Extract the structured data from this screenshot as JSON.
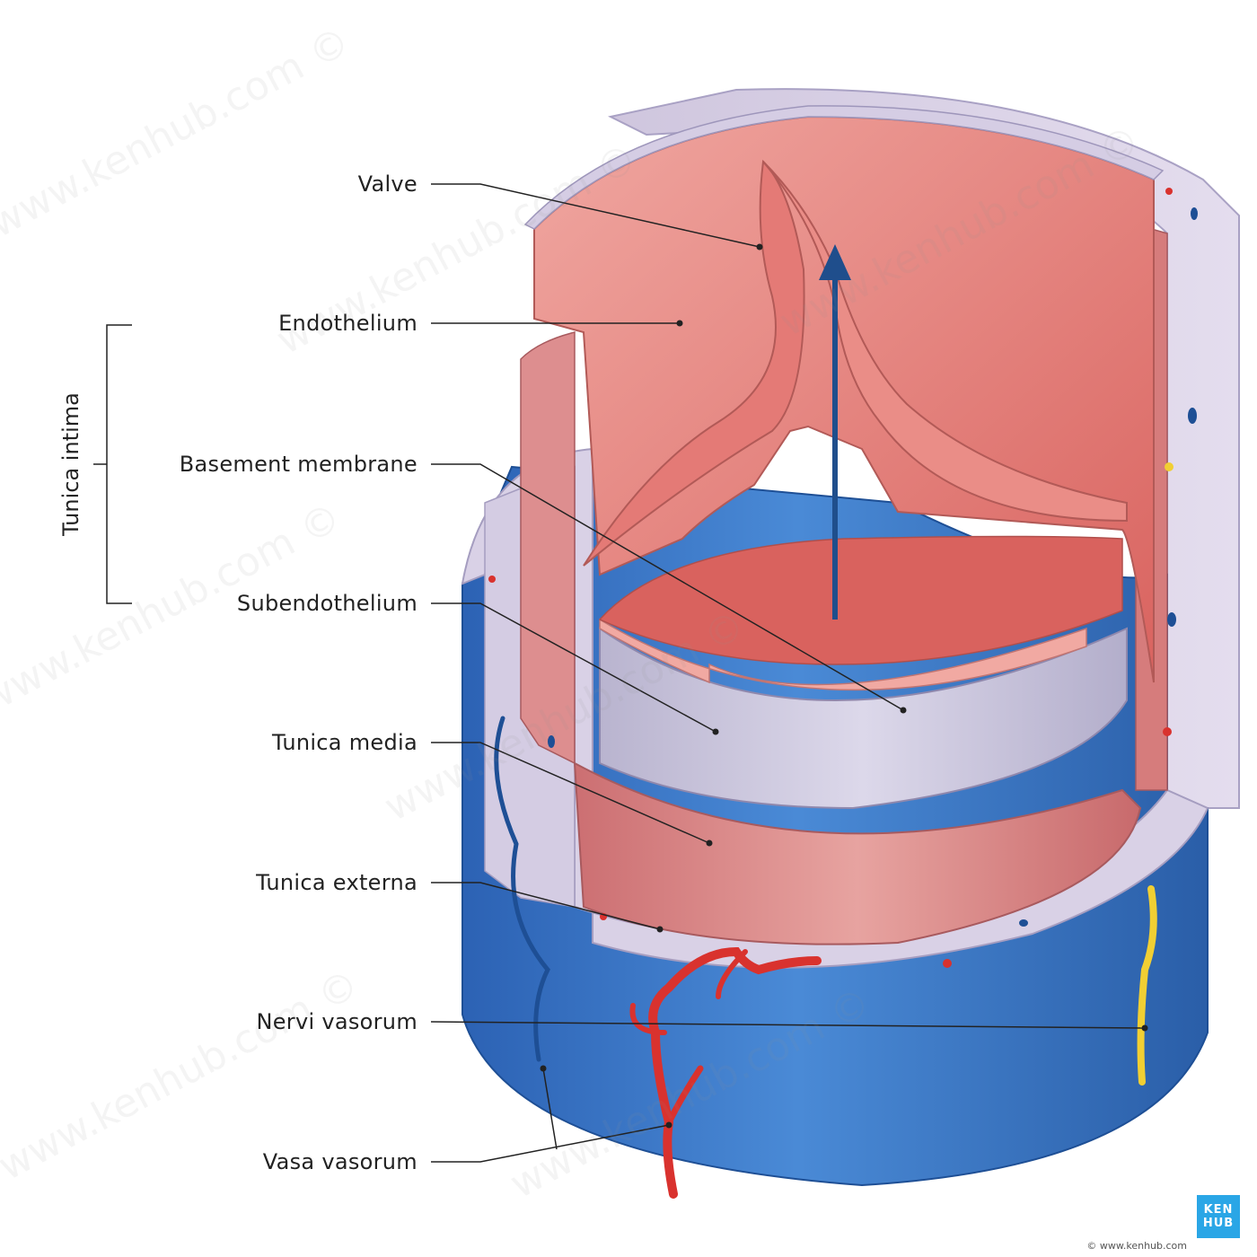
{
  "labels": {
    "valve": "Valve",
    "endothelium": "Endothelium",
    "basement_membrane": "Basement membrane",
    "subendothelium": "Subendothelium",
    "tunica_media": "Tunica media",
    "tunica_externa": "Tunica externa",
    "nervi_vasorum": "Nervi vasorum",
    "vasa_vasorum": "Vasa vasorum"
  },
  "bracket_label": "Tunica intima",
  "watermark": "www.kenhub.com ©",
  "brand": {
    "line1": "KEN",
    "line2": "HUB"
  },
  "footer": "© www.kenhub.com",
  "colors": {
    "externa": "#3a78c9",
    "externa_dark": "#2a5ea8",
    "wall": "#d8d0e4",
    "subendothelium": "#c9c5d9",
    "media": "#d98a8a",
    "lumen": "#e7807c",
    "lumen_light": "#ef9c96",
    "arrow": "#1f4e8c",
    "artery": "#d9322e",
    "nerve": "#f1cf33"
  }
}
